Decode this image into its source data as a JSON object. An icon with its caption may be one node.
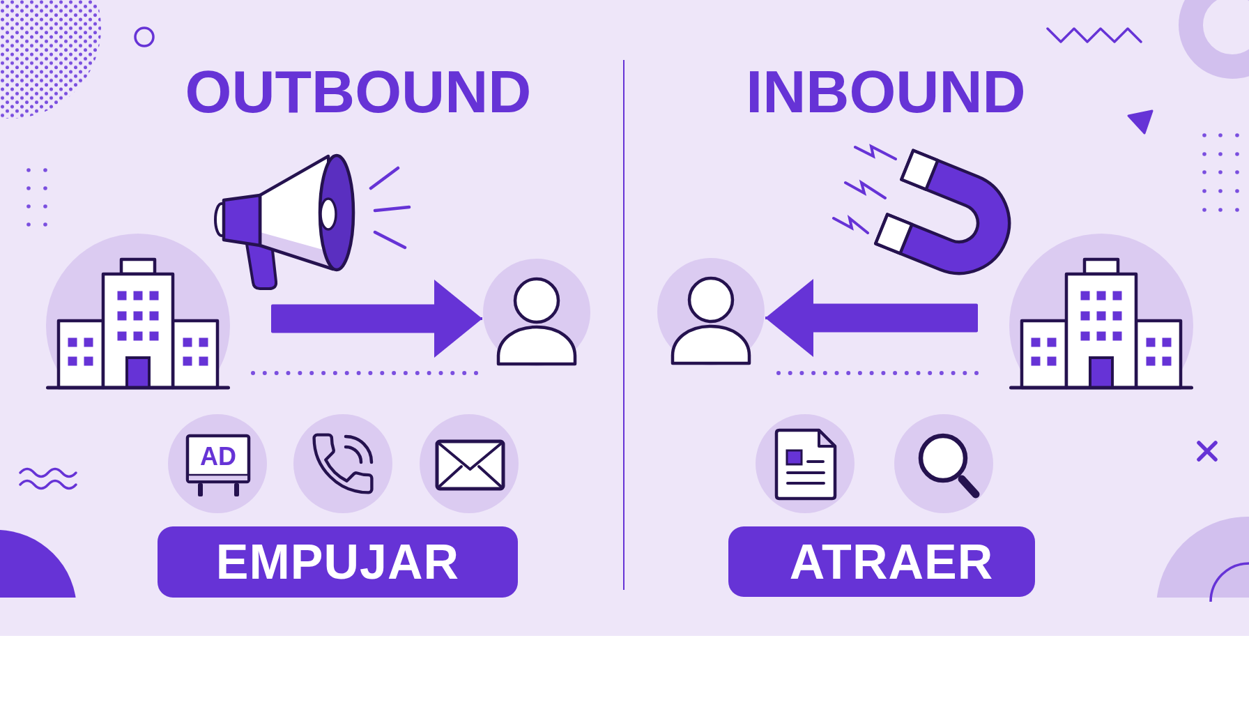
{
  "diagram": {
    "nodes": [
      {
        "text": [],
        "shape": "picture"
      },
      {
        "text": [],
        "shape": "person"
      },
      {
        "text": [],
        "shape": "person"
      },
      {
        "text": [],
        "shape": "picture"
      },
      {
        "text": [
          "EMPUJAR"
        ]
      },
      {
        "text": [
          "ATRAER"
        ]
      }
    ],
    "edges": [
      {
        "from": 0,
        "to": 1,
        "arrow": "to"
      },
      {
        "from": 3,
        "to": 2,
        "arrow": "to"
      }
    ],
    "labels": [
      "OUTBOUND",
      "INBOUND",
      "AD"
    ]
  }
}
